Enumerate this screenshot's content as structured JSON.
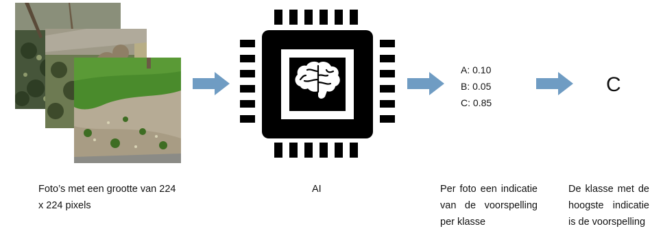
{
  "photos": {
    "icon": "lawn-photo-stack",
    "colors": {
      "grass": "#4f8a2e",
      "soil": "#b7a98f",
      "shrub": "#3b4a2a"
    }
  },
  "chip": {
    "icon": "brain-chip-icon",
    "color": "#000000"
  },
  "probabilities": [
    {
      "label": "A: 0.10"
    },
    {
      "label": "B: 0.05"
    },
    {
      "label": "C: 0.85"
    }
  ],
  "result": {
    "label": "C"
  },
  "arrow_color": "#6f9cc3",
  "captions": {
    "photos": "Foto’s met een grootte van 224 x 224 pixels",
    "ai": "AI",
    "probabilities": "Per foto een indicatie van de voorspelling per klasse",
    "class": "De klasse met de hoogste indicatie is de voorspelling"
  }
}
